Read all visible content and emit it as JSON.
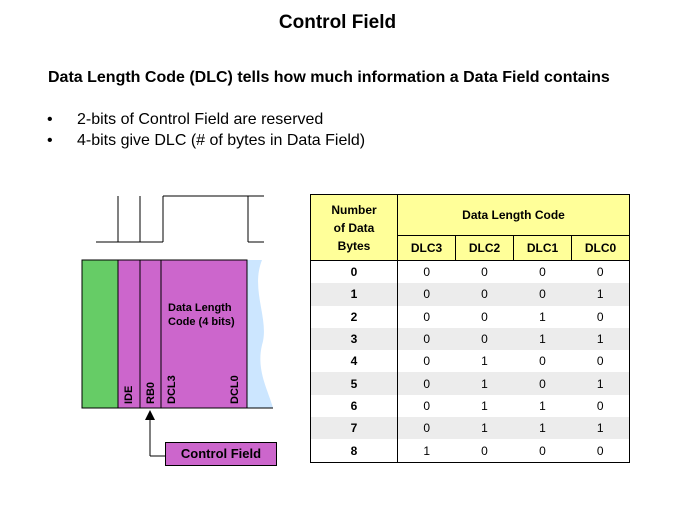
{
  "slide": {
    "title": "Control Field",
    "intro": "Data Length Code (DLC) tells how much information a Data Field contains",
    "bullet_marker": "•",
    "bullets": [
      "2-bits of Control Field are reserved",
      "4-bits give DLC (# of bytes in Data Field)"
    ]
  },
  "diagram": {
    "fields": {
      "ide": "IDE",
      "rb0": "RB0",
      "dcl3": "DCL3",
      "dcl0": "DCL0"
    },
    "dlc_label": "Data Length\nCode (4 bits)",
    "control_field_label": "Control Field",
    "colors": {
      "green": "#66cc66",
      "magenta": "#cc66cc",
      "light_blue": "#cce6ff"
    }
  },
  "table": {
    "header_col": "Number\nof Data\nBytes",
    "header_group": "Data Length Code",
    "subheaders": [
      "DLC3",
      "DLC2",
      "DLC1",
      "DLC0"
    ],
    "rows": [
      [
        "0",
        "0",
        "0",
        "0",
        "0"
      ],
      [
        "1",
        "0",
        "0",
        "0",
        "1"
      ],
      [
        "2",
        "0",
        "0",
        "1",
        "0"
      ],
      [
        "3",
        "0",
        "0",
        "1",
        "1"
      ],
      [
        "4",
        "0",
        "1",
        "0",
        "0"
      ],
      [
        "5",
        "0",
        "1",
        "0",
        "1"
      ],
      [
        "6",
        "0",
        "1",
        "1",
        "0"
      ],
      [
        "7",
        "0",
        "1",
        "1",
        "1"
      ],
      [
        "8",
        "1",
        "0",
        "0",
        "0"
      ]
    ]
  }
}
